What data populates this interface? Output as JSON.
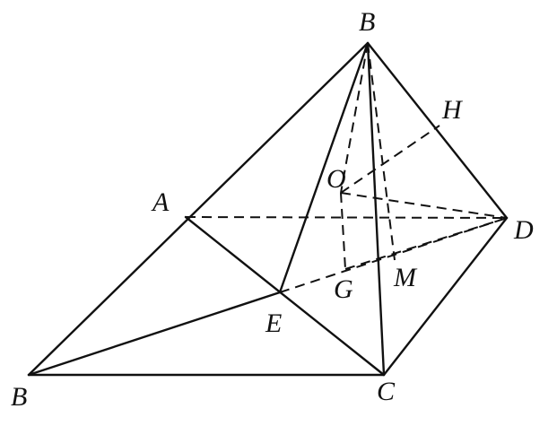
{
  "labels": {
    "B_top": "B",
    "H": "H",
    "O": "O",
    "A": "A",
    "D": "D",
    "G": "G",
    "M": "M",
    "E": "E",
    "B_bottom": "B",
    "C": "C"
  }
}
